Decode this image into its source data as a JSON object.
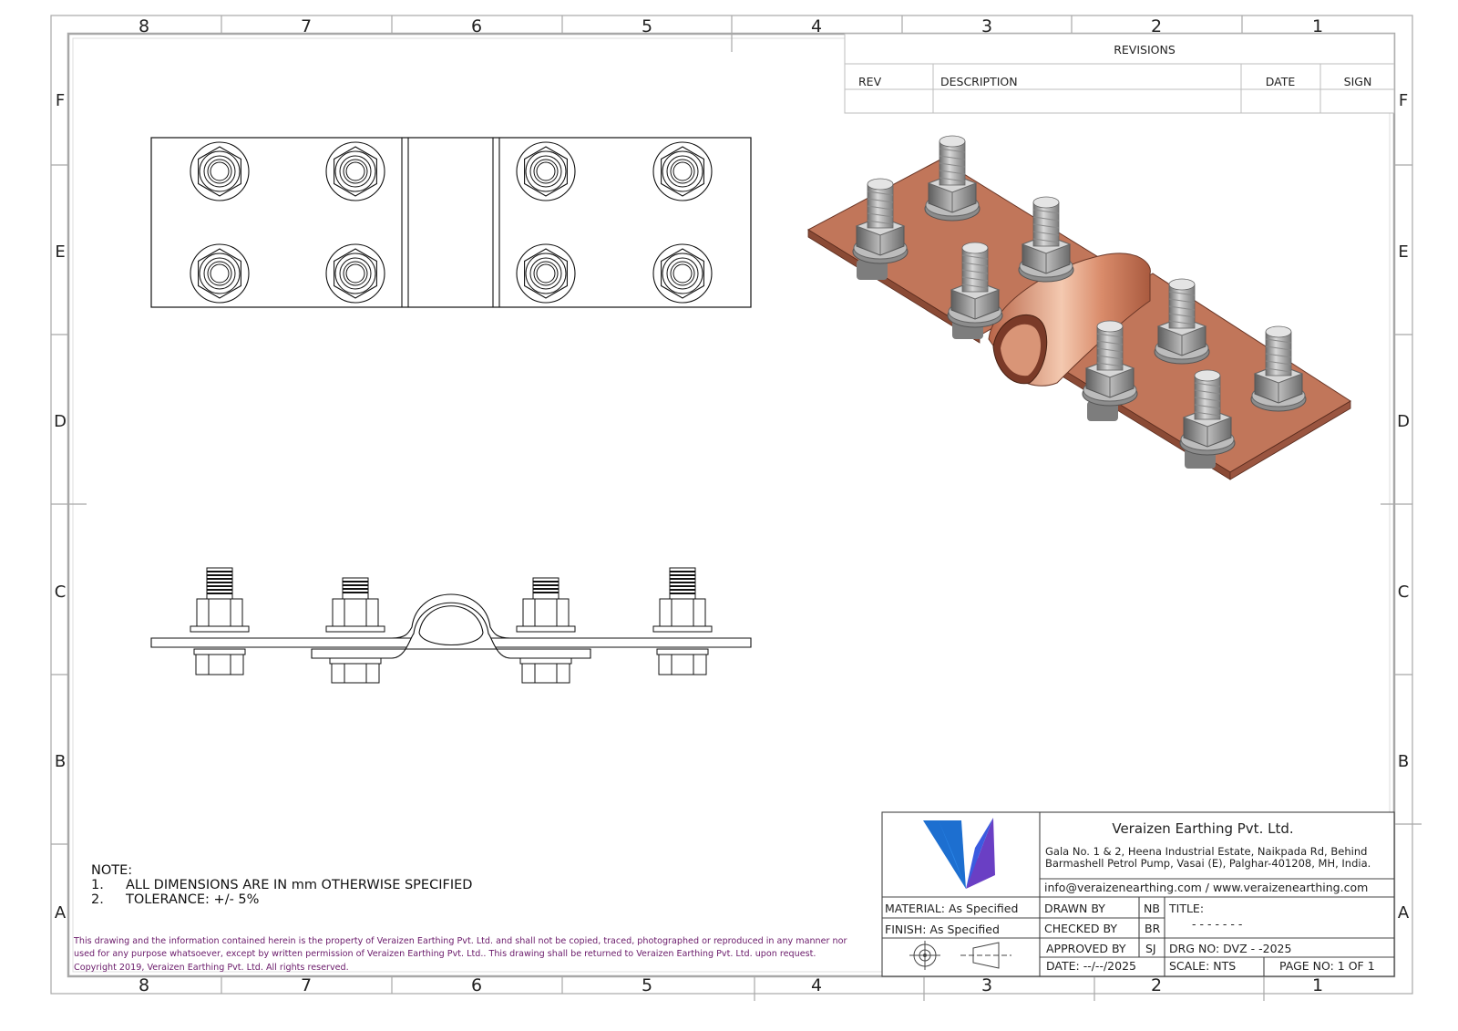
{
  "zones": {
    "top_numbers": [
      "8",
      "7",
      "6",
      "5",
      "4",
      "3",
      "2",
      "1"
    ],
    "bottom_numbers": [
      "8",
      "7",
      "6",
      "5",
      "4",
      "3",
      "2",
      "1"
    ],
    "left_letters": [
      "F",
      "E",
      "D",
      "C",
      "B",
      "A"
    ],
    "right_letters": [
      "F",
      "E",
      "D",
      "C",
      "B",
      "A"
    ]
  },
  "revisions": {
    "title": "REVISIONS",
    "headers": [
      "REV",
      "DESCRIPTION",
      "DATE",
      "SIGN"
    ]
  },
  "notes": {
    "heading": "NOTE:",
    "items": [
      {
        "num": "1.",
        "text": "ALL DIMENSIONS ARE IN mm OTHERWISE SPECIFIED"
      },
      {
        "num": "2.",
        "text": "TOLERANCE: +/- 5%"
      }
    ]
  },
  "copyright": "This drawing and the information contained herein is the property of Veraizen Earthing Pvt. Ltd. and shall not be copied, traced, photographed or reproduced in any manner nor used for any purpose whatsoever, except by written permission of Veraizen Earthing Pvt. Ltd.. This drawing shall be returned to Veraizen Earthing Pvt. Ltd. upon request. Copyright 2019, Veraizen Earthing Pvt. Ltd. All rights reserved.",
  "title_block": {
    "company": "Veraizen Earthing Pvt. Ltd.",
    "address_line1": "Gala No. 1 & 2, Heena Industrial Estate, Naikpada Rd, Behind",
    "address_line2": "Barmashell Petrol Pump, Vasai (E), Palghar-401208, MH, India.",
    "contact": "info@veraizenearthing.com / www.veraizenearthing.com",
    "material": "MATERIAL: As Specified",
    "finish": "FINISH: As Specified",
    "drawn_by_label": "DRAWN BY",
    "drawn_by": "NB",
    "checked_by_label": "CHECKED BY",
    "checked_by": "BR",
    "approved_by_label": "APPROVED BY",
    "approved_by": "SJ",
    "title_label": "TITLE:",
    "title_value": "- - - - - - -",
    "drg_no": "DRG NO:   DVZ - -2025",
    "date": "DATE:  --/--/2025",
    "scale": "SCALE: NTS",
    "page_no": "PAGE NO: 1 OF 1",
    "logo_icon": "veraizen-v-logo",
    "projection_icon": "first-angle-projection-symbol"
  },
  "colors": {
    "copper": "#c1765a",
    "copper_dark": "#8a4a35",
    "steel": "#9a9a9a",
    "logo_blue": "#1d6fd0",
    "logo_purple": "#6a3fc4",
    "copyright_text": "#6a1a6a"
  }
}
